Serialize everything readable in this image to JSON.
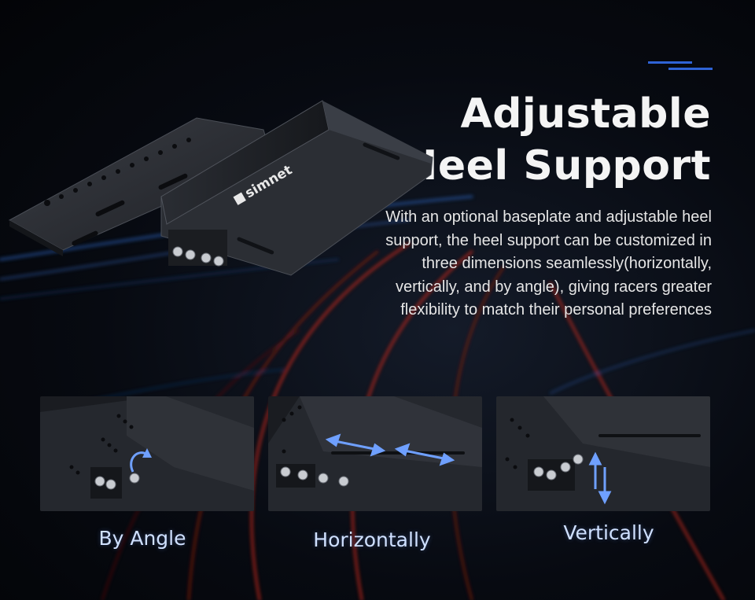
{
  "heading": {
    "line1": "Adjustable",
    "line2": "Heel Support"
  },
  "description": "With an optional baseplate and adjustable heel support, the heel support can be customized in three dimensions seamlessly(horizontally, vertically, and by angle), giving racers greater flexibility to match their personal preferences",
  "brand": {
    "logo_text": "simnet"
  },
  "adjustments": [
    {
      "label": "By Angle"
    },
    {
      "label": "Horizontally"
    },
    {
      "label": "Vertically"
    }
  ],
  "colors": {
    "accent": "#2f63d6",
    "arrow": "#6fa0ff",
    "light_trail_red": "#c1271b",
    "light_trail_blue": "#3a6fd0",
    "plate": "#2a2d33"
  }
}
